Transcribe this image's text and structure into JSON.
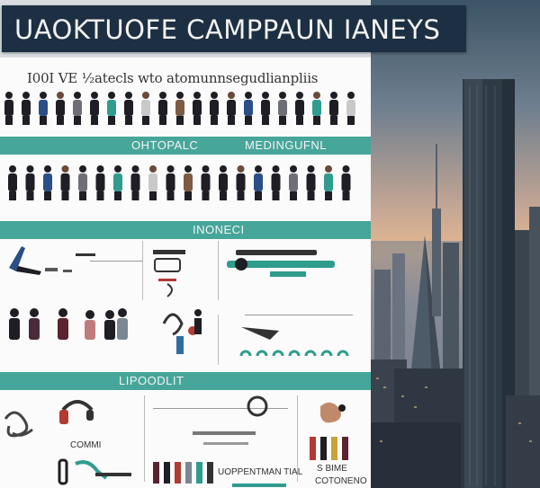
{
  "banner": {
    "title": "UAOKTUOFE CAMPPAUN IANEYS"
  },
  "panel": {
    "caption": "I00I  VE  ½atecls wto  atomunnsegudlianpliis",
    "band_1_left": "OHTOPALC",
    "band_1_right": "MEDINGUFNL",
    "band_2": "INONECI",
    "band_3": "LIPOODLIT",
    "label_commi": "COMMI",
    "label_hoppen": "UOPPENTMAN TIAL",
    "label_sbime": "S BIME",
    "label_cotoneno": "COTONENO"
  },
  "colors": {
    "banner_bg": "#1c2f43",
    "band_teal": "#47a69a",
    "panel_bg": "#fbfbfb",
    "figure_dark": "#1e1e24",
    "accent_teal": "#2f9c8e",
    "accent_blue": "#2a4f86",
    "accent_red": "#b23a33"
  },
  "icons": [
    "person-figure-icon",
    "skyscraper-icon",
    "tool-icon",
    "machine-icon"
  ]
}
